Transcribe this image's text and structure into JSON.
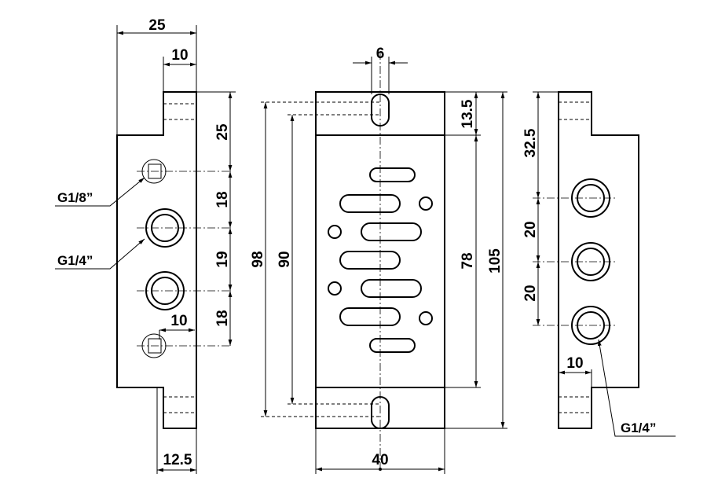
{
  "dimensions": {
    "left_width": "25",
    "left_flange": "10",
    "left_pitch_top": "25",
    "left_pitch_1": "18",
    "left_pitch_2": "19",
    "left_pitch_3": "18",
    "left_small_offset": "10",
    "left_bottom": "12.5",
    "slot_width": "6",
    "mount_98": "98",
    "mount_90": "90",
    "body_78": "78",
    "overall_105": "105",
    "end_13_5": "13.5",
    "body_40": "40",
    "right_top": "32.5",
    "right_pitch_1": "20",
    "right_pitch_2": "20",
    "right_flange": "10"
  },
  "labels": {
    "port_g18": "G1/8”",
    "port_g14_left": "G1/4”",
    "port_g14_right": "G1/4”"
  }
}
